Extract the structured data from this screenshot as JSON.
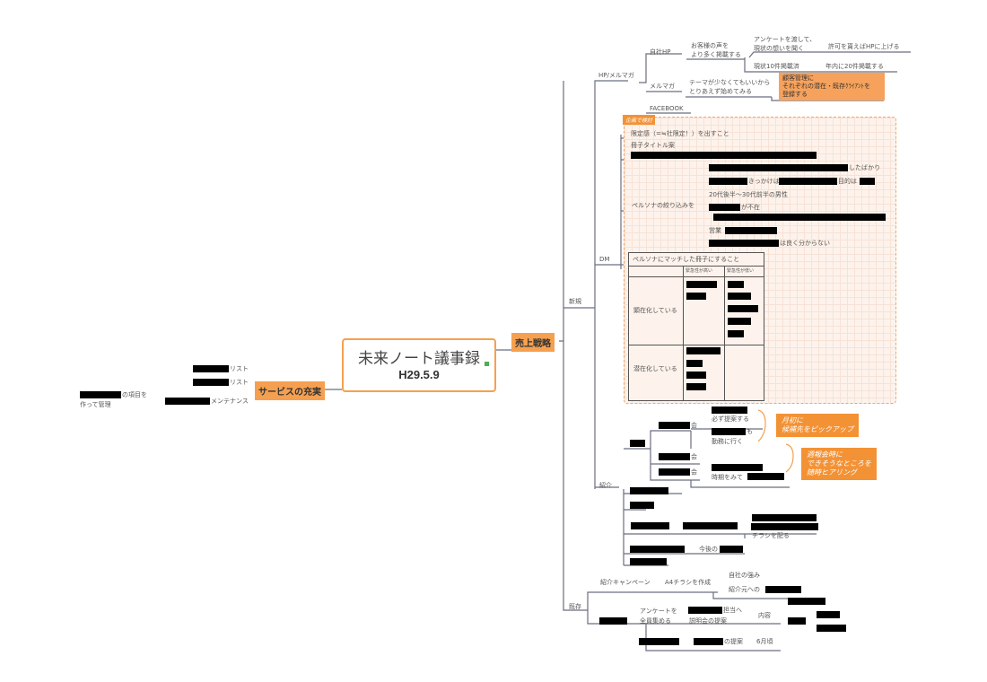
{
  "central": {
    "title": "未来ノート議事録",
    "date": "H29.5.9"
  },
  "left": {
    "main": "サービスの充実",
    "list1": "リスト",
    "list2": "リスト",
    "maint": "メンテナンス",
    "note_a": "の項目を",
    "note_b": "作って管理"
  },
  "right": {
    "main": "売上戦略",
    "new": "新規",
    "existing": "既存",
    "hp": {
      "label": "HP/メルマガ",
      "site": "自社HP",
      "voice_a": "お客様の声を",
      "voice_b": "より多く掲載する",
      "survey_a": "アンケートを渡して、",
      "survey_b": "現状の想いを聞く",
      "permit": "許可を貰えばHPに上げる",
      "current": "現状10件掲載済",
      "goal": "年内に20件掲載する",
      "mail": "メルマガ",
      "theme_a": "テーマが少なくてもいいから",
      "theme_b": "とりあえず始めてみる",
      "crm_a": "顧客管理に",
      "crm_b": "それぞれの潜在・既存ｸﾗｲｱﾝﾄを",
      "crm_c": "登録する",
      "fb": "FACEBOOK"
    },
    "dm": {
      "label": "DM",
      "tag": "企画で検討",
      "limited": "限定感（=≒社限定！）を出すこと",
      "title_idea": "冊子タイトル案",
      "persona": "ペルソナの絞り込みを",
      "p1": "したばかり",
      "p2a": "きっかけは",
      "p2b": "目的は",
      "p3": "20代後半〜30代前半の男性",
      "p4": "が不在",
      "p5": "営業",
      "p6": "は良く分からない",
      "table": {
        "title": "ペルソナにマッチした冊子にすること",
        "col1": "緊急性が高い",
        "col2": "緊急性が低い",
        "row1": "顕在化している",
        "row2": "潜在化している"
      }
    },
    "intro": {
      "label": "紹介",
      "a": "会",
      "must": "必ず提案する",
      "also": "も",
      "visit": "勤務に行く",
      "b": "会",
      "c": "会",
      "timing": "時期をみて",
      "flyer": "チラシを配る",
      "future": "今後の",
      "bubble1_a": "月初に",
      "bubble1_b": "候補先をピックアップ",
      "bubble2_a": "週報会時に",
      "bubble2_b": "できそうなところを",
      "bubble2_c": "随時ヒアリング"
    },
    "exist": {
      "campaign": "紹介キャンペーン",
      "a4": "A4チラシを作成",
      "strength": "自社の強み",
      "to_intro": "紹介元への",
      "survey_a": "アンケートを",
      "survey_b": "全員集める",
      "branch_a": "担当へ",
      "branch_b": "説明会の提案",
      "content": "内容",
      "proposal": "の提案",
      "june": "6月頃"
    }
  }
}
